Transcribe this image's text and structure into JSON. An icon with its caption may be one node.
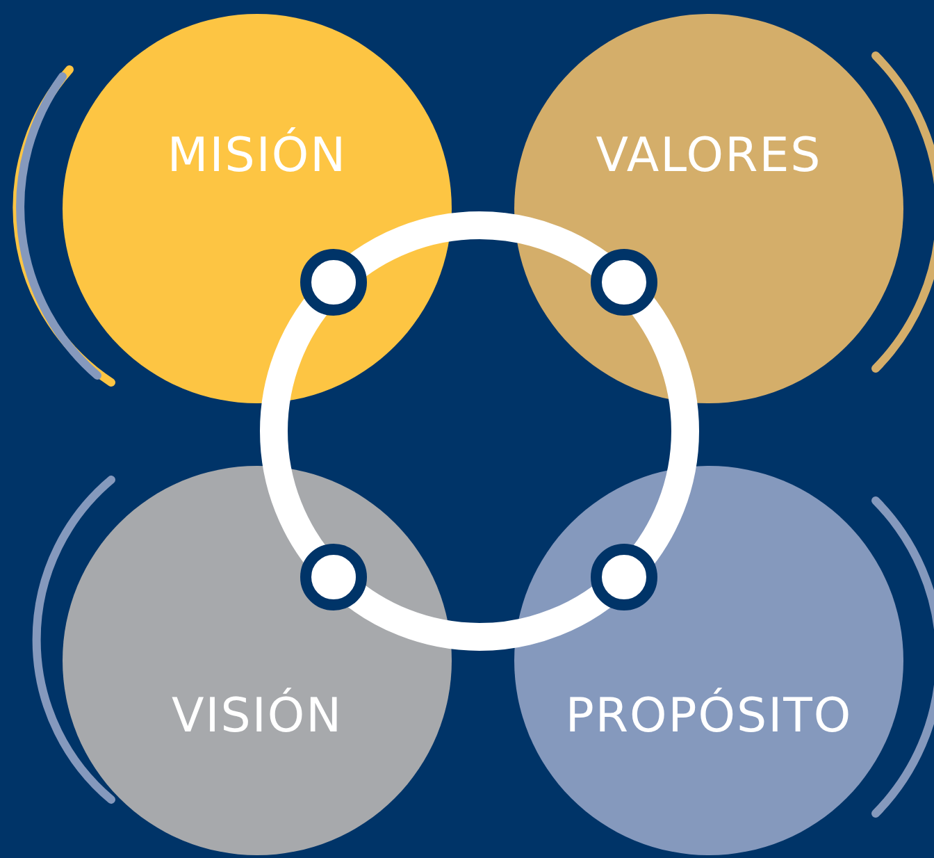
{
  "diagram": {
    "nodes": [
      {
        "text": [
          "MISIÓN"
        ]
      },
      {
        "text": [
          "VALORES"
        ]
      },
      {
        "text": [
          "VISIÓN"
        ]
      },
      {
        "text": [
          "PROPÓSITO"
        ]
      }
    ],
    "edges": []
  }
}
